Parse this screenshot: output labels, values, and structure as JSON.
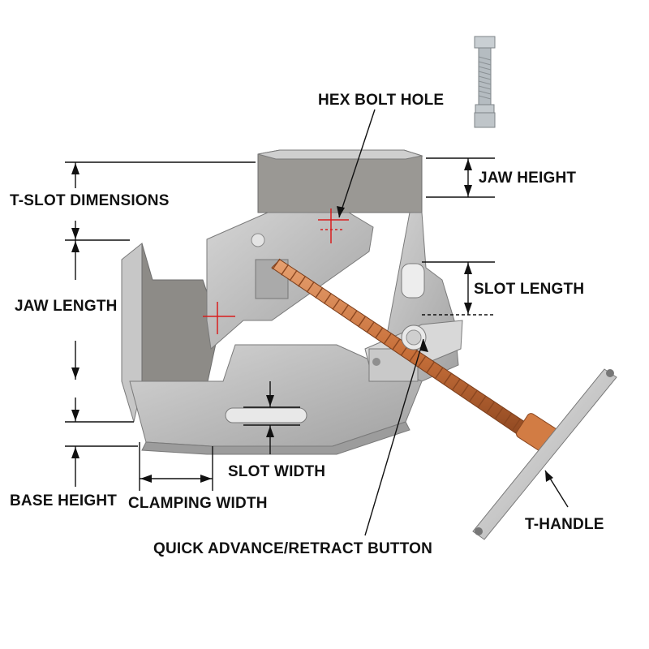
{
  "labels": {
    "hex_bolt_hole": "HEX BOLT HOLE",
    "jaw_height": "JAW HEIGHT",
    "t_slot_dimensions": "T-SLOT DIMENSIONS",
    "slot_length": "SLOT LENGTH",
    "jaw_length": "JAW LENGTH",
    "slot_width": "SLOT WIDTH",
    "base_height": "BASE HEIGHT",
    "clamping_width": "CLAMPING WIDTH",
    "t_handle": "T-HANDLE",
    "quick_button": "QUICK ADVANCE/RETRACT BUTTON"
  },
  "colors": {
    "body": "#b9b9b9",
    "body_dark": "#8f8f8f",
    "jaw_face": "#8a8884",
    "screw": "#c8703a",
    "marker": "#d81e1e",
    "line": "#111111"
  }
}
